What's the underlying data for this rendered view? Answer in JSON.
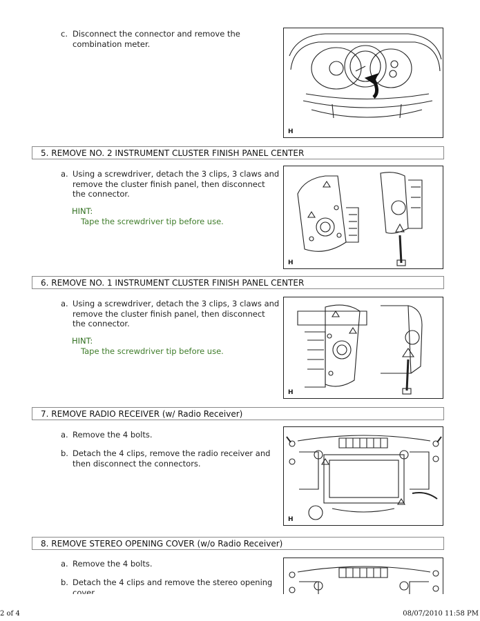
{
  "top_step": {
    "letter": "c.",
    "text_line1": "Disconnect the connector and remove the",
    "text_line2": "combination meter."
  },
  "sections": [
    {
      "heading": "5. REMOVE NO. 2 INSTRUMENT CLUSTER FINISH PANEL CENTER",
      "steps": [
        {
          "letter": "a.",
          "lines": [
            "Using a screwdriver, detach the 3 clips, 3 claws and",
            "remove the cluster finish panel, then disconnect",
            "the connector."
          ]
        }
      ],
      "hint_label": "HINT:",
      "hint_text": "Tape the screwdriver tip before use."
    },
    {
      "heading": "6. REMOVE NO. 1 INSTRUMENT CLUSTER FINISH PANEL CENTER",
      "steps": [
        {
          "letter": "a.",
          "lines": [
            "Using a screwdriver, detach the 3 clips, 3 claws and",
            "remove the cluster finish panel, then disconnect",
            "the connector."
          ]
        }
      ],
      "hint_label": "HINT:",
      "hint_text": "Tape the screwdriver tip before use."
    },
    {
      "heading": "7. REMOVE RADIO RECEIVER (w/ Radio Receiver)",
      "steps": [
        {
          "letter": "a.",
          "lines": [
            "Remove the 4 bolts."
          ]
        },
        {
          "letter": "b.",
          "lines": [
            "Detach the 4 clips, remove the radio receiver and",
            "then disconnect the connectors."
          ]
        }
      ]
    },
    {
      "heading": "8. REMOVE STEREO OPENING COVER (w/o Radio Receiver)",
      "steps": [
        {
          "letter": "a.",
          "lines": [
            "Remove the 4 bolts."
          ]
        },
        {
          "letter": "b.",
          "lines": [
            "Detach the 4 clips and remove the stereo opening",
            "cover."
          ]
        }
      ]
    }
  ],
  "figure_label": "H",
  "footer": {
    "page": "2 of 4",
    "timestamp": "08/07/2010 11:58 PM"
  }
}
